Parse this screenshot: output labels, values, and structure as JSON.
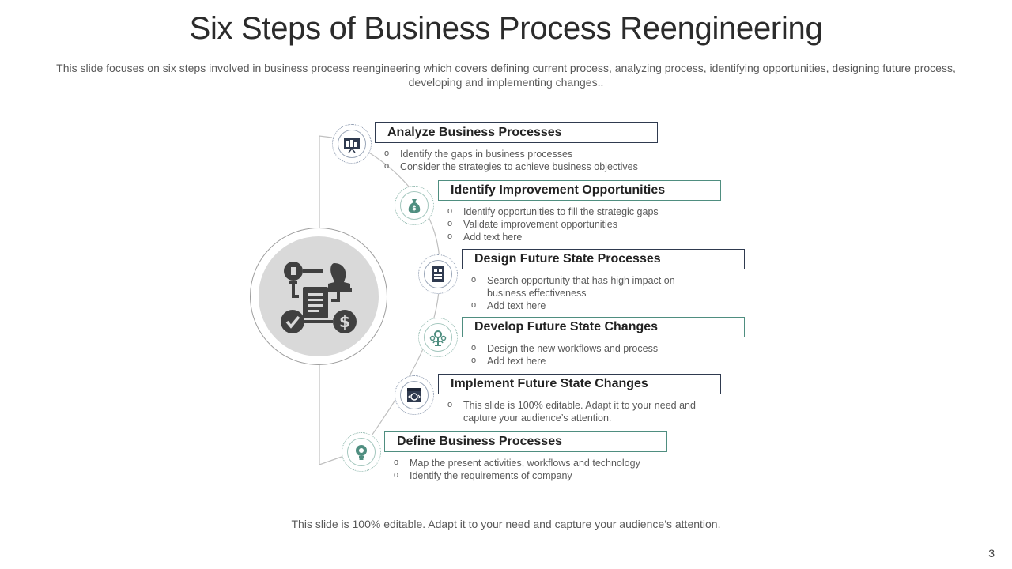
{
  "title": "Six Steps of Business Process Reengineering",
  "subtitle": "This slide focuses on six steps involved in business process reengineering which covers defining current process, analyzing process, identifying opportunities, designing future process, developing and implementing changes..",
  "footer": "This slide is 100% editable. Adapt it to your need and capture your audience’s attention.",
  "page_number": "3",
  "colors": {
    "navy": "#2f3a4f",
    "teal": "#4f8e80",
    "hub_gray": "#d9d9d9",
    "icon_dark": "#404040"
  },
  "steps": [
    {
      "title": "Analyze Business Processes",
      "icon": "presentation-chart-icon",
      "bullets": [
        "Identify the gaps in business processes",
        "Consider the strategies to achieve business objectives"
      ]
    },
    {
      "title": "Identify Improvement Opportunities",
      "icon": "money-bag-icon",
      "bullets": [
        "Identify opportunities to fill the strategic gaps",
        "Validate improvement  opportunities",
        "Add text here"
      ]
    },
    {
      "title": "Design Future State Processes",
      "icon": "blueprint-document-icon",
      "bullets": [
        "Search opportunity that has high impact on business effectiveness",
        "Add text here"
      ]
    },
    {
      "title": "Develop Future State Changes",
      "icon": "gear-plant-icon",
      "bullets": [
        "Design the new workflows and process",
        "Add text here"
      ]
    },
    {
      "title": "Implement Future State Changes",
      "icon": "code-window-icon",
      "bullets": [
        "This slide is 100% editable. Adapt it to your need and capture your audience’s attention."
      ]
    },
    {
      "title": "Define Business Processes",
      "icon": "lightbulb-gear-icon",
      "bullets": [
        "Map the present activities, workflows and technology",
        "Identify the requirements of company"
      ]
    }
  ],
  "hub_icon": "business-process-flow-icon"
}
